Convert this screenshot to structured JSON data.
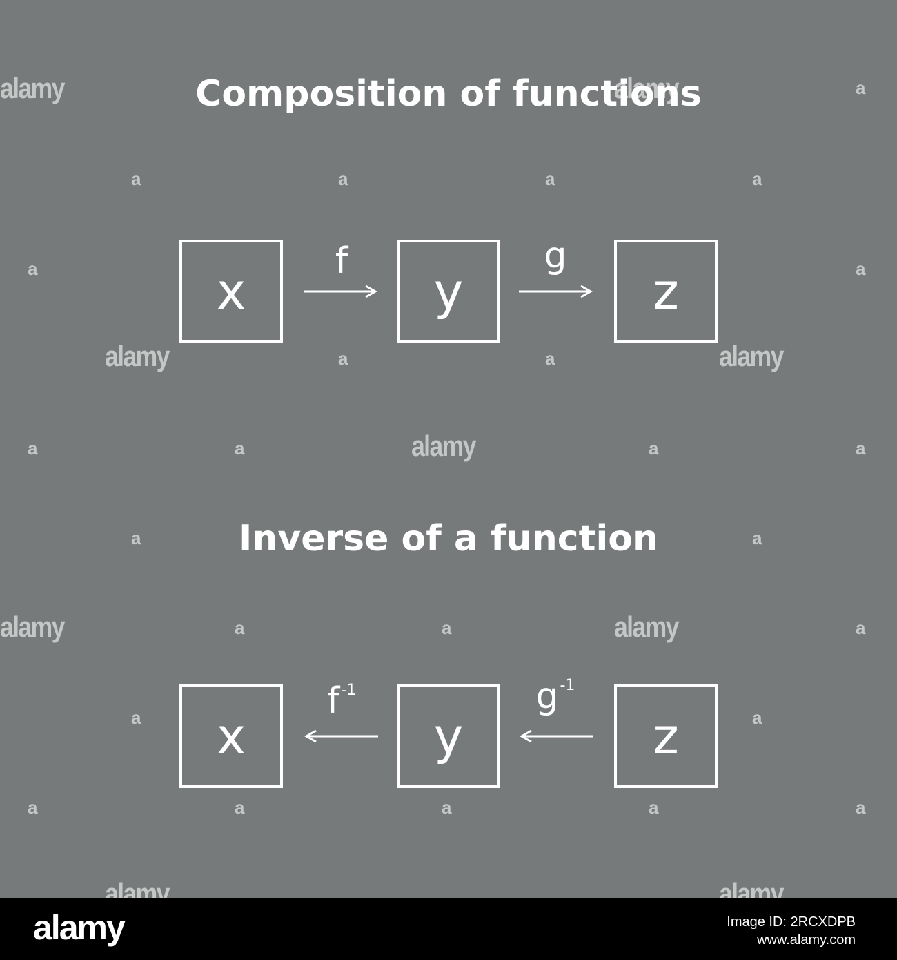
{
  "colors": {
    "background": "#767a7b",
    "foreground": "#ffffff",
    "footer": "#000000",
    "watermark": "#d9dbdb"
  },
  "composition": {
    "title": "Composition of functions",
    "boxes": [
      "x",
      "y",
      "z"
    ],
    "arrows": [
      {
        "label": "f",
        "sup": "",
        "direction": "right"
      },
      {
        "label": "g",
        "sup": "",
        "direction": "right"
      }
    ]
  },
  "inverse": {
    "title": "Inverse of a function",
    "boxes": [
      "x",
      "y",
      "z"
    ],
    "arrows": [
      {
        "label": "f",
        "sup": "-1",
        "direction": "left"
      },
      {
        "label": "g",
        "sup": "-1",
        "direction": "left"
      }
    ]
  },
  "watermark": {
    "word": "alamy",
    "mark": "a"
  },
  "footer": {
    "logo": "alamy",
    "image_id": "Image ID: 2RCXDPB",
    "site": "www.alamy.com"
  }
}
